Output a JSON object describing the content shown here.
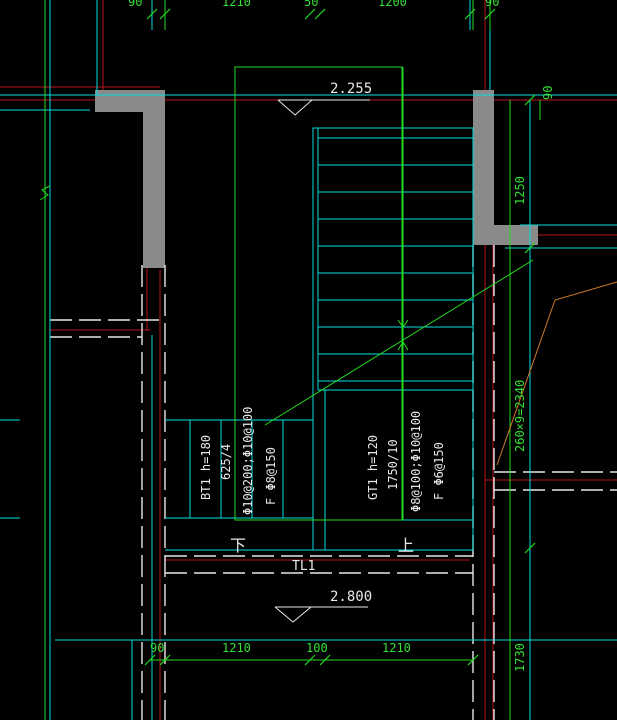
{
  "colors": {
    "background": "#000000",
    "cyan": "#00dede",
    "green": "#22dd22",
    "red": "#b8151d",
    "white": "#e8e8e8",
    "wall_fill": "#8a8a8a",
    "orange": "#d07a26",
    "green_text": "#33e033"
  },
  "dimensions": {
    "top_left": "90",
    "top_span_left": "1210",
    "top_mid": "50",
    "top_span_right": "1200",
    "top_right": "90",
    "right_top": "90",
    "right_1250": "1250",
    "right_steps": "260×9=2340",
    "right_bottom": "1730",
    "bottom_left": "90",
    "bottom_span_left": "1210",
    "bottom_mid": "100",
    "bottom_span_right": "1210"
  },
  "levels": {
    "upper": "2.255",
    "lower": "2.800"
  },
  "beam": {
    "label": "TL1"
  },
  "arrows": {
    "down": "下",
    "up": "上"
  },
  "flight_left": {
    "line1": "BT1  h=180",
    "line2": "625/4",
    "line3": "Φ10@200;Φ10@100",
    "line4": "F Φ8@150"
  },
  "flight_right": {
    "line1": "GT1  h=120",
    "line2": "1750/10",
    "line3": "Φ8@100;Φ10@100",
    "line4": "F Φ6@150"
  }
}
